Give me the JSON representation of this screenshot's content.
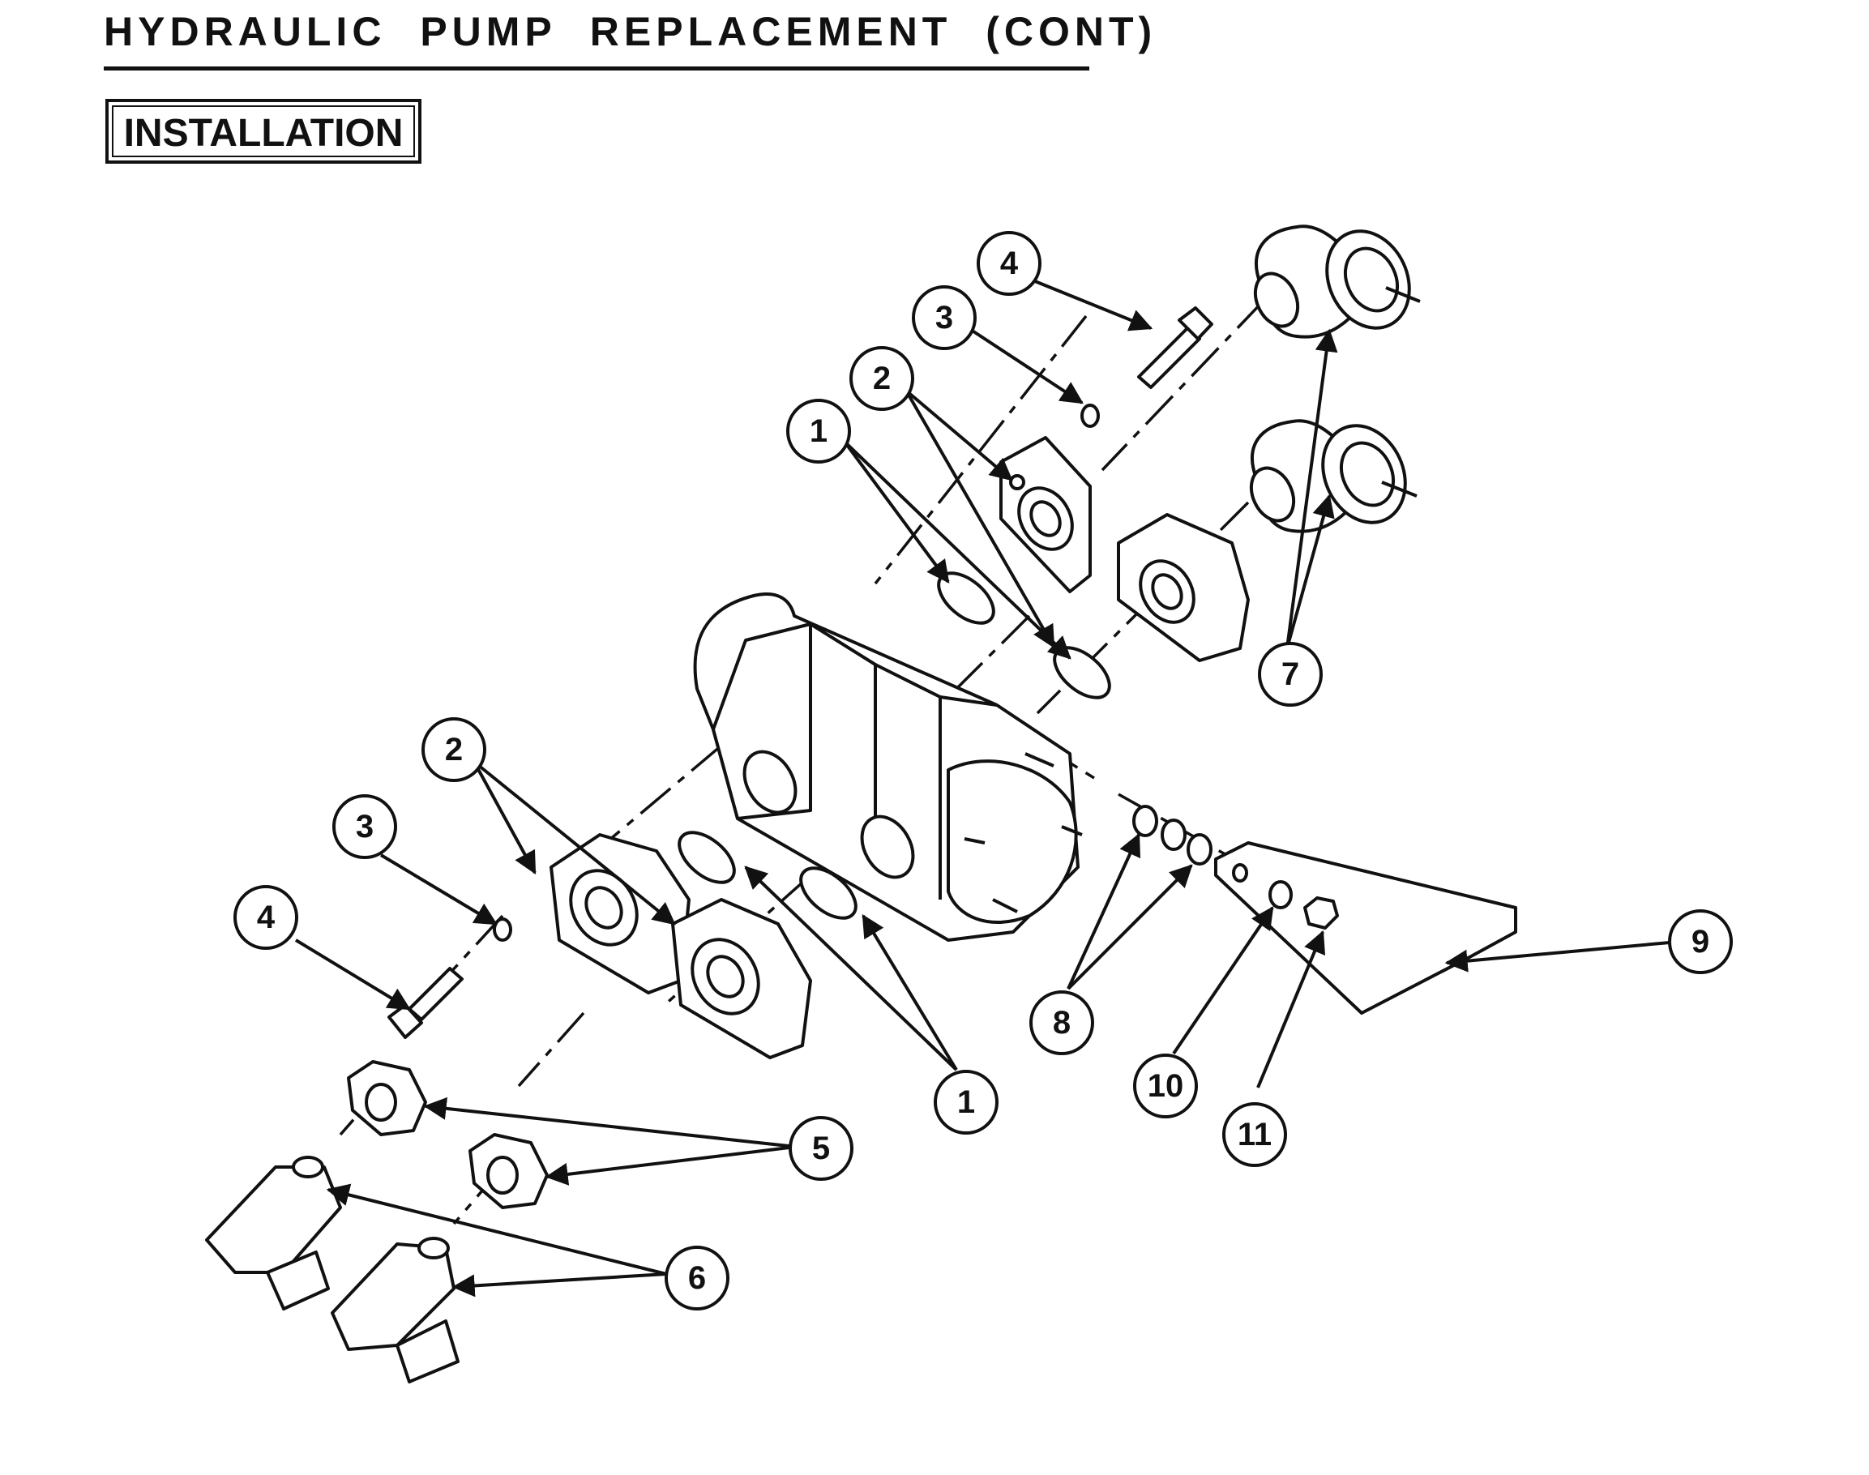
{
  "header": {
    "title": "HYDRAULIC PUMP REPLACEMENT (CONT)"
  },
  "section": {
    "label": "INSTALLATION"
  },
  "callouts": [
    {
      "id": "c4-top",
      "label": "4"
    },
    {
      "id": "c3-top",
      "label": "3"
    },
    {
      "id": "c2-top",
      "label": "2"
    },
    {
      "id": "c1-top",
      "label": "1"
    },
    {
      "id": "c7",
      "label": "7"
    },
    {
      "id": "c2-bot",
      "label": "2"
    },
    {
      "id": "c3-bot",
      "label": "3"
    },
    {
      "id": "c4-bot",
      "label": "4"
    },
    {
      "id": "c1-bot",
      "label": "1"
    },
    {
      "id": "c8",
      "label": "8"
    },
    {
      "id": "c9",
      "label": "9"
    },
    {
      "id": "c10",
      "label": "10"
    },
    {
      "id": "c11",
      "label": "11"
    },
    {
      "id": "c5",
      "label": "5"
    },
    {
      "id": "c6",
      "label": "6"
    }
  ]
}
